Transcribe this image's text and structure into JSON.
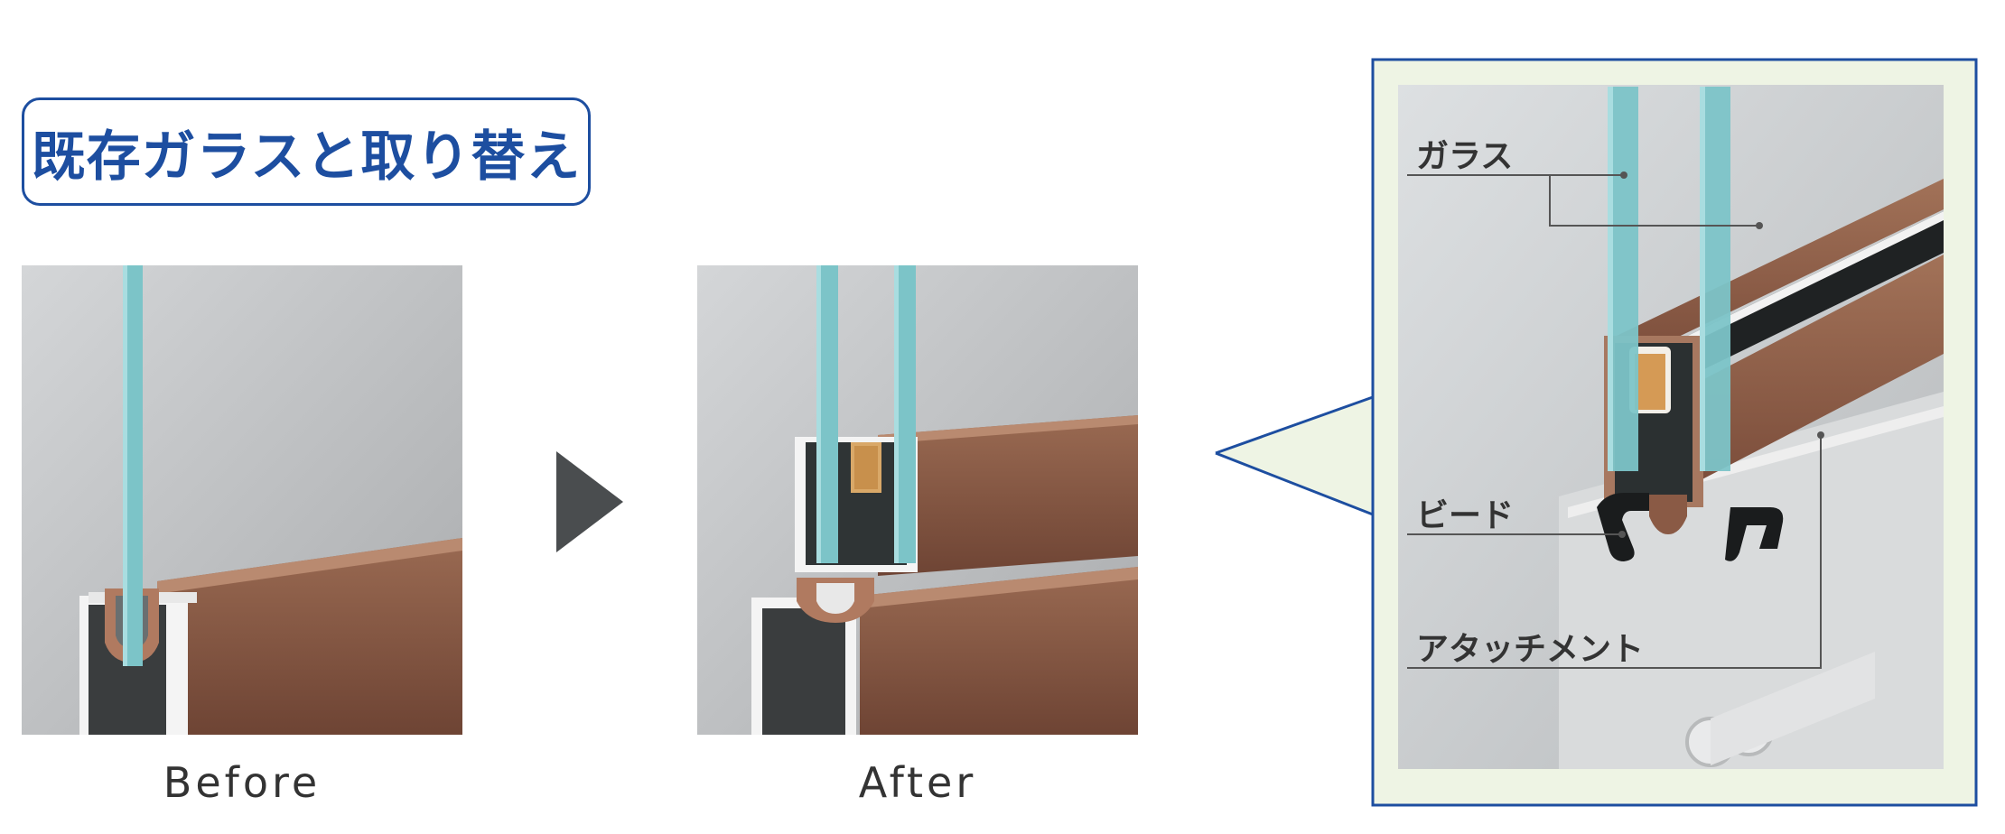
{
  "title": "既存ガラスと取り替え",
  "captions": {
    "before": "Before",
    "after": "After"
  },
  "detail_labels": {
    "glass": "ガラス",
    "bead": "ビード",
    "attachment": "アタッチメント"
  },
  "colors": {
    "accent": "#1d4ea0",
    "glass": "#7cc4c8",
    "frame_brown": "#8a5a45",
    "frame_dark": "#3a3d3e",
    "callout_fill": "#eef4e4"
  },
  "icons": {
    "arrow": "play-triangle-icon"
  }
}
